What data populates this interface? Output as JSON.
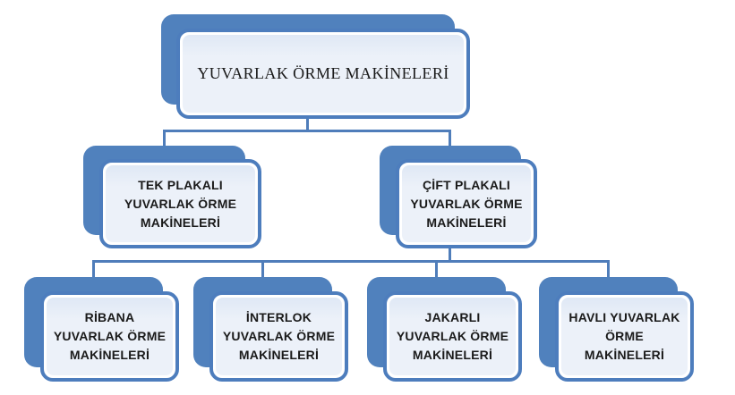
{
  "diagram": {
    "type": "hierarchy-org-chart",
    "background": "#ffffff",
    "colors": {
      "shadow_fill": "#5081bd",
      "card_border": "#4d7dbd",
      "card_fill": "#ecf1f9",
      "connector": "#4f7dba",
      "text": "#1a1a1a"
    },
    "root": {
      "label": "YUVARLAK ÖRME MAKİNELERİ"
    },
    "level2": [
      {
        "lines": [
          "TEK PLAKALI",
          "YUVARLAK ÖRME",
          "MAKİNELERİ"
        ]
      },
      {
        "lines": [
          "ÇİFT PLAKALI",
          "YUVARLAK ÖRME",
          "MAKİNELERİ"
        ]
      }
    ],
    "level3": [
      {
        "lines": [
          "RİBANA",
          "YUVARLAK ÖRME",
          "MAKİNELERİ"
        ]
      },
      {
        "lines": [
          "İNTERLOK",
          "YUVARLAK ÖRME",
          "MAKİNELERİ"
        ]
      },
      {
        "lines": [
          "JAKARLI",
          "YUVARLAK ÖRME",
          "MAKİNELERİ"
        ]
      },
      {
        "lines": [
          "HAVLI YUVARLAK",
          "ÖRME",
          "MAKİNELERİ"
        ]
      }
    ]
  }
}
